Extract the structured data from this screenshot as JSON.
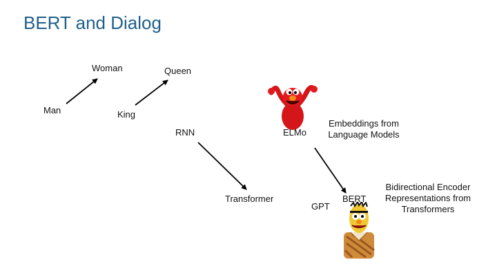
{
  "slide": {
    "title": "BERT and Dialog",
    "labels": {
      "woman": "Woman",
      "queen": "Queen",
      "man": "Man",
      "king": "King",
      "rnn": "RNN",
      "elmo": "ELMo",
      "elmo_expansion_line1": "Embeddings from",
      "elmo_expansion_line2": "Language Models",
      "transformer": "Transformer",
      "gpt": "GPT",
      "bert": "BERT",
      "bert_expansion_line1": "Bidirectional Encoder",
      "bert_expansion_line2": "Representations from",
      "bert_expansion_line3": "Transformers"
    },
    "images": {
      "elmo": "elmo-puppet-illustration",
      "bert": "bert-puppet-illustration"
    },
    "colors": {
      "title": "#1f5f8b",
      "arrows": "#000000"
    }
  }
}
